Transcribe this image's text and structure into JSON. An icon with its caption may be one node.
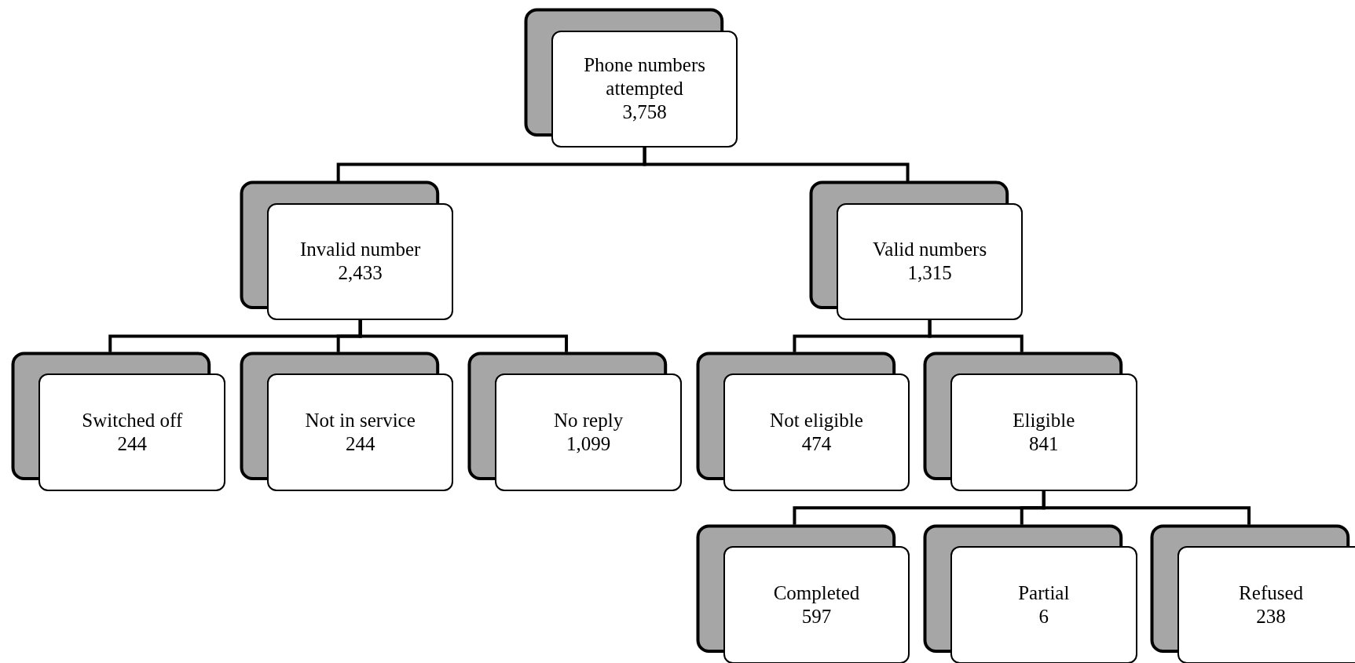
{
  "diagram": {
    "nodes": [
      {
        "text": [
          "Phone numbers attempted",
          "3,758"
        ]
      },
      {
        "text": [
          "Invalid number",
          "2,433"
        ]
      },
      {
        "text": [
          "Valid numbers",
          "1,315"
        ]
      },
      {
        "text": [
          "Switched off",
          "244"
        ]
      },
      {
        "text": [
          "Not in service",
          "244"
        ]
      },
      {
        "text": [
          "No reply",
          "1,099"
        ]
      },
      {
        "text": [
          "Not eligible",
          "474"
        ]
      },
      {
        "text": [
          "Eligible",
          "841"
        ]
      },
      {
        "text": [
          "Completed",
          "597"
        ]
      },
      {
        "text": [
          "Partial",
          "6"
        ]
      },
      {
        "text": [
          "Refused",
          "238"
        ]
      }
    ],
    "edges": [
      {
        "from": 0,
        "to": 1,
        "arrow": "none"
      },
      {
        "from": 0,
        "to": 2,
        "arrow": "none"
      },
      {
        "from": 1,
        "to": 3,
        "arrow": "none"
      },
      {
        "from": 1,
        "to": 4,
        "arrow": "none"
      },
      {
        "from": 1,
        "to": 5,
        "arrow": "none"
      },
      {
        "from": 2,
        "to": 6,
        "arrow": "none"
      },
      {
        "from": 2,
        "to": 7,
        "arrow": "none"
      },
      {
        "from": 7,
        "to": 8,
        "arrow": "none"
      },
      {
        "from": 7,
        "to": 9,
        "arrow": "none"
      },
      {
        "from": 7,
        "to": 10,
        "arrow": "none"
      }
    ]
  }
}
